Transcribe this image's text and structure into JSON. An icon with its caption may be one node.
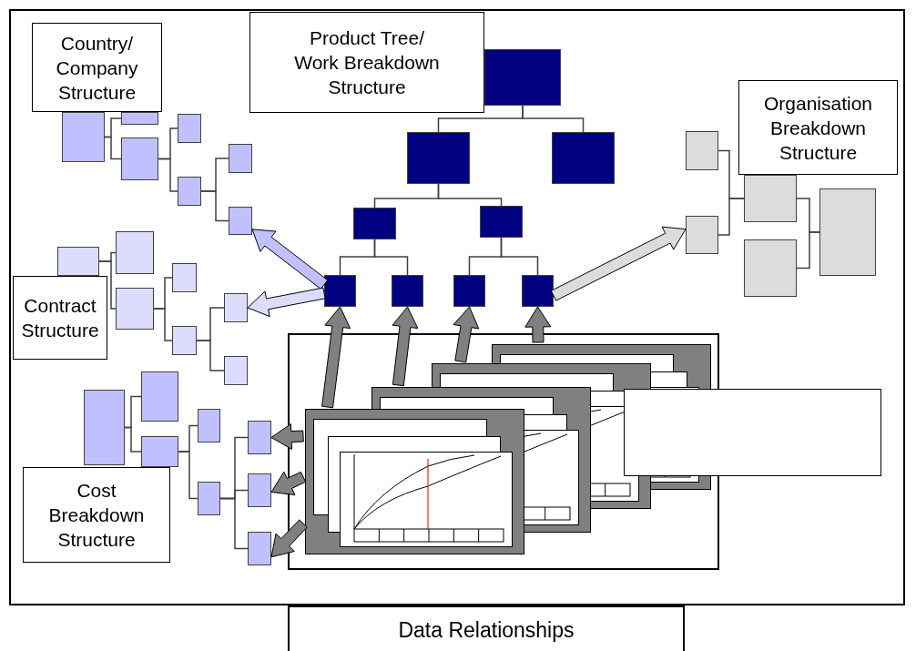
{
  "diagram": {
    "title": "Data Relationships",
    "nodes": [
      {
        "text": [
          "Country/ Company Structure"
        ]
      },
      {
        "text": [
          "Product Tree/ Work Breakdown Structure"
        ]
      },
      {
        "text": [
          "Organisation Breakdown Structure"
        ]
      },
      {
        "text": [],
        "shape": "box"
      },
      {
        "text": [],
        "shape": "box"
      },
      {
        "text": [],
        "shape": "box"
      },
      {
        "text": [],
        "shape": "box"
      },
      {
        "text": [],
        "shape": "box"
      },
      {
        "text": [],
        "shape": "box"
      },
      {
        "text": [],
        "shape": "box"
      },
      {
        "text": [],
        "shape": "box"
      },
      {
        "text": [],
        "shape": "box"
      },
      {
        "text": [],
        "shape": "box"
      },
      {
        "text": [],
        "shape": "box"
      },
      {
        "text": [],
        "shape": "box"
      },
      {
        "text": [],
        "shape": "box"
      },
      {
        "text": [],
        "shape": "box"
      },
      {
        "text": [],
        "shape": "box"
      },
      {
        "text": [],
        "shape": "box"
      },
      {
        "text": [],
        "shape": "box"
      },
      {
        "text": [],
        "shape": "box"
      },
      {
        "text": [],
        "shape": "box"
      },
      {
        "text": [],
        "shape": "box"
      },
      {
        "text": [],
        "shape": "box"
      },
      {
        "text": [
          "Contract Structure"
        ]
      },
      {
        "text": [],
        "shape": "box"
      },
      {
        "text": [],
        "shape": "box"
      },
      {
        "text": [],
        "shape": "box"
      },
      {
        "text": [],
        "shape": "box"
      },
      {
        "text": [],
        "shape": "box"
      },
      {
        "text": [],
        "shape": "box"
      },
      {
        "text": [],
        "shape": "box"
      },
      {
        "text": [
          "Cost Breakdown Structure"
        ]
      },
      {
        "text": [],
        "shape": "box"
      },
      {
        "text": [],
        "shape": "box"
      },
      {
        "text": [],
        "shape": "box"
      },
      {
        "text": [],
        "shape": "box"
      },
      {
        "text": [],
        "shape": "box"
      },
      {
        "text": [],
        "shape": "box"
      },
      {
        "text": [],
        "shape": "box"
      },
      {
        "text": [],
        "shape": "box"
      },
      {
        "text": [],
        "shape": "box"
      },
      {
        "text": [],
        "shape": "picture",
        "in": 41
      },
      {
        "text": [],
        "shape": "picture",
        "in": 41
      },
      {
        "text": [],
        "shape": "picture",
        "in": 41
      },
      {
        "text": [],
        "shape": "picture",
        "in": 41
      },
      {
        "text": [],
        "shape": "box"
      }
    ],
    "edges": [
      {
        "from": 3,
        "to": 4,
        "arrow": "none"
      },
      {
        "from": 3,
        "to": 5,
        "arrow": "none"
      },
      {
        "from": 5,
        "to": 6,
        "arrow": "none"
      },
      {
        "from": 5,
        "to": 7,
        "arrow": "none"
      },
      {
        "from": 7,
        "to": 8,
        "arrow": "none"
      },
      {
        "from": 7,
        "to": 9,
        "arrow": "none"
      },
      {
        "from": 10,
        "to": 11,
        "arrow": "none"
      },
      {
        "from": 10,
        "to": 12,
        "arrow": "none"
      },
      {
        "from": 11,
        "to": 13,
        "arrow": "none"
      },
      {
        "from": 11,
        "to": 14,
        "arrow": "none"
      },
      {
        "from": 13,
        "to": 15,
        "arrow": "none"
      },
      {
        "from": 13,
        "to": 16,
        "arrow": "none"
      },
      {
        "from": 14,
        "to": 17,
        "arrow": "none"
      },
      {
        "from": 14,
        "to": 18,
        "arrow": "none"
      },
      {
        "from": 21,
        "to": 19,
        "arrow": "none"
      },
      {
        "from": 21,
        "to": 20,
        "arrow": "none"
      },
      {
        "from": 23,
        "to": 21,
        "arrow": "none"
      },
      {
        "from": 23,
        "to": 22,
        "arrow": "none"
      },
      {
        "from": 25,
        "to": 26,
        "arrow": "none"
      },
      {
        "from": 25,
        "to": 27,
        "arrow": "none"
      },
      {
        "from": 27,
        "to": 28,
        "arrow": "none"
      },
      {
        "from": 27,
        "to": 29,
        "arrow": "none"
      },
      {
        "from": 29,
        "to": 30,
        "arrow": "none"
      },
      {
        "from": 29,
        "to": 31,
        "arrow": "none"
      },
      {
        "from": 33,
        "to": 34,
        "arrow": "none"
      },
      {
        "from": 33,
        "to": 35,
        "arrow": "none"
      },
      {
        "from": 35,
        "to": 36,
        "arrow": "none"
      },
      {
        "from": 35,
        "to": 37,
        "arrow": "none"
      },
      {
        "from": 37,
        "to": 38,
        "arrow": "none"
      },
      {
        "from": 37,
        "to": 39,
        "arrow": "none"
      },
      {
        "from": 37,
        "to": 40,
        "arrow": "none"
      },
      {
        "from": 15,
        "to": 9,
        "arrow": "to",
        "style": "thick",
        "color": "#c0c0ff"
      },
      {
        "from": 15,
        "to": 30,
        "arrow": "to",
        "style": "thick",
        "color": "#dcdcff"
      },
      {
        "from": 18,
        "to": 20,
        "arrow": "to",
        "style": "thick",
        "color": "#dcdcdc"
      },
      {
        "from": 42,
        "to": 15,
        "arrow": "to",
        "style": "thick",
        "color": "#808080"
      },
      {
        "from": 43,
        "to": 16,
        "arrow": "to",
        "style": "thick",
        "color": "#808080"
      },
      {
        "from": 44,
        "to": 17,
        "arrow": "to",
        "style": "thick",
        "color": "#808080"
      },
      {
        "from": 45,
        "to": 18,
        "arrow": "to",
        "style": "thick",
        "color": "#808080"
      },
      {
        "from": 42,
        "to": 38,
        "arrow": "to",
        "style": "thick",
        "color": "#808080"
      },
      {
        "from": 42,
        "to": 39,
        "arrow": "to",
        "style": "thick",
        "color": "#808080"
      },
      {
        "from": 42,
        "to": 40,
        "arrow": "to",
        "style": "thick",
        "color": "#808080"
      }
    ]
  }
}
